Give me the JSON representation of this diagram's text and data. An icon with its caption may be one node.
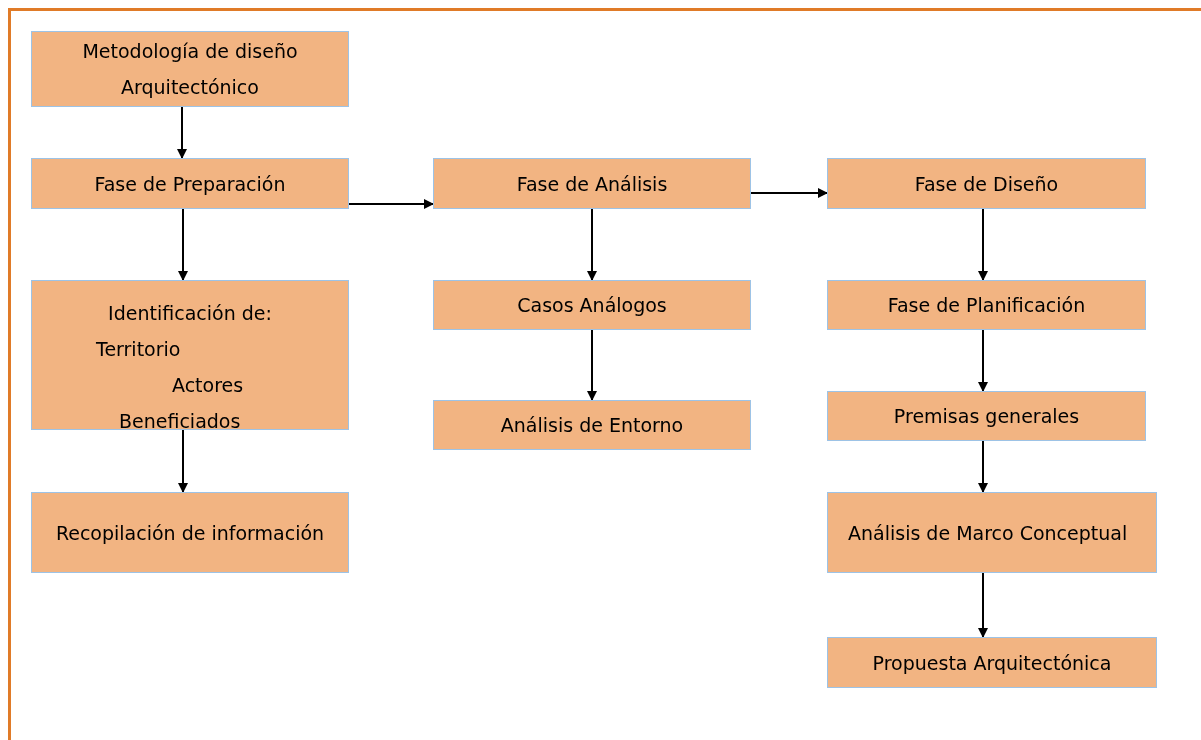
{
  "diagram": {
    "nodes": [
      {
        "text": [
          "Metodología de diseño Arquitectónico"
        ]
      },
      {
        "text": [
          "Fase de Preparación"
        ]
      },
      {
        "text": [
          "Identificación de:",
          "Territorio",
          "Actores",
          "Beneficiados"
        ]
      },
      {
        "text": [
          "Recopilación de información"
        ]
      },
      {
        "text": [
          "Fase de Análisis"
        ]
      },
      {
        "text": [
          "Casos Análogos"
        ]
      },
      {
        "text": [
          "Análisis de Entorno"
        ]
      },
      {
        "text": [
          "Fase de Diseño"
        ]
      },
      {
        "text": [
          "Fase de Planificación"
        ]
      },
      {
        "text": [
          "Premisas generales"
        ]
      },
      {
        "text": [
          "Análisis de Marco Conceptual"
        ]
      },
      {
        "text": [
          "Propuesta Arquitectónica"
        ]
      }
    ],
    "edges": [
      {
        "from": 0,
        "to": 1,
        "arrow": "to"
      },
      {
        "from": 1,
        "to": 2,
        "arrow": "to"
      },
      {
        "from": 2,
        "to": 3,
        "arrow": "to"
      },
      {
        "from": 1,
        "to": 4,
        "arrow": "to"
      },
      {
        "from": 4,
        "to": 5,
        "arrow": "to"
      },
      {
        "from": 5,
        "to": 6,
        "arrow": "to"
      },
      {
        "from": 4,
        "to": 7,
        "arrow": "to"
      },
      {
        "from": 7,
        "to": 8,
        "arrow": "to"
      },
      {
        "from": 8,
        "to": 9,
        "arrow": "to"
      },
      {
        "from": 9,
        "to": 10,
        "arrow": "to"
      },
      {
        "from": 10,
        "to": 11,
        "arrow": "to"
      }
    ]
  }
}
